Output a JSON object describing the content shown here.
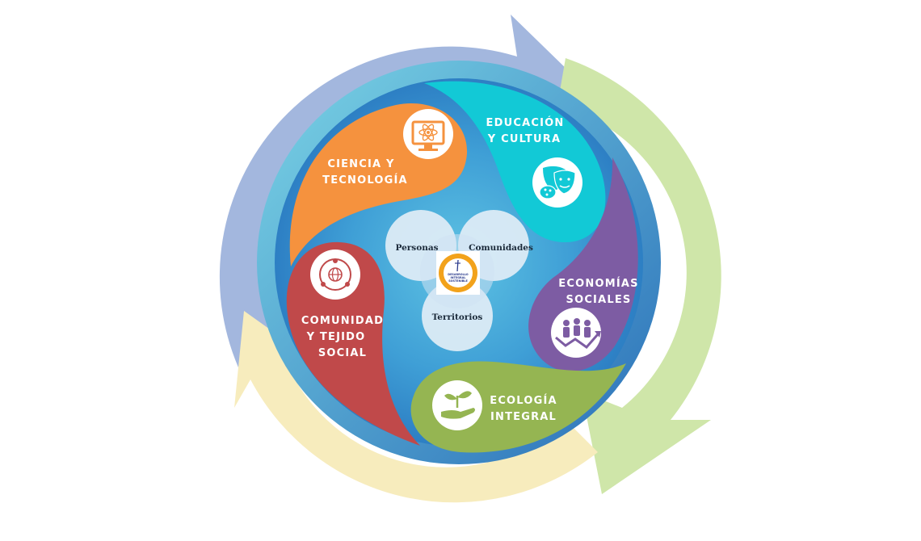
{
  "colors": {
    "ring_blue": "#a3b7de",
    "ring_green": "#cfe6a9",
    "ring_yellow": "#f7ecbd",
    "disc_outer": "#2a73b8",
    "disc_inner": "#4aa9d8",
    "ciencia": "#f5923e",
    "educacion": "#12c9d6",
    "economias": "#7d5ca3",
    "ecologia": "#95b552",
    "comunidad": "#c0494a",
    "venn": "#dcebf6",
    "logo_ring": "#f2a21b"
  },
  "petals": {
    "ciencia": {
      "line1": "CIENCIA Y",
      "line2": "TECNOLOGÍA",
      "icon": "monitor-atom-icon"
    },
    "educacion": {
      "line1": "EDUCACIÓN",
      "line2": "Y CULTURA",
      "icon": "theater-masks-palette-icon"
    },
    "economias": {
      "line1": "ECONOMÍAS",
      "line2": "SOCIALES",
      "icon": "people-growth-icon"
    },
    "ecologia": {
      "line1": "ECOLOGÍA",
      "line2": "INTEGRAL",
      "icon": "hand-plant-icon"
    },
    "comunidad": {
      "line1": "COMUNIDAD",
      "line2": "Y TEJIDO",
      "line3": "SOCIAL",
      "icon": "globe-network-icon"
    }
  },
  "center": {
    "personas": "Personas",
    "comunidades": "Comunidades",
    "territorios": "Territorios",
    "logo": {
      "line1": "DESARROLLO",
      "line2": "INTEGRAL",
      "line3": "SOSTENIBLE"
    }
  }
}
